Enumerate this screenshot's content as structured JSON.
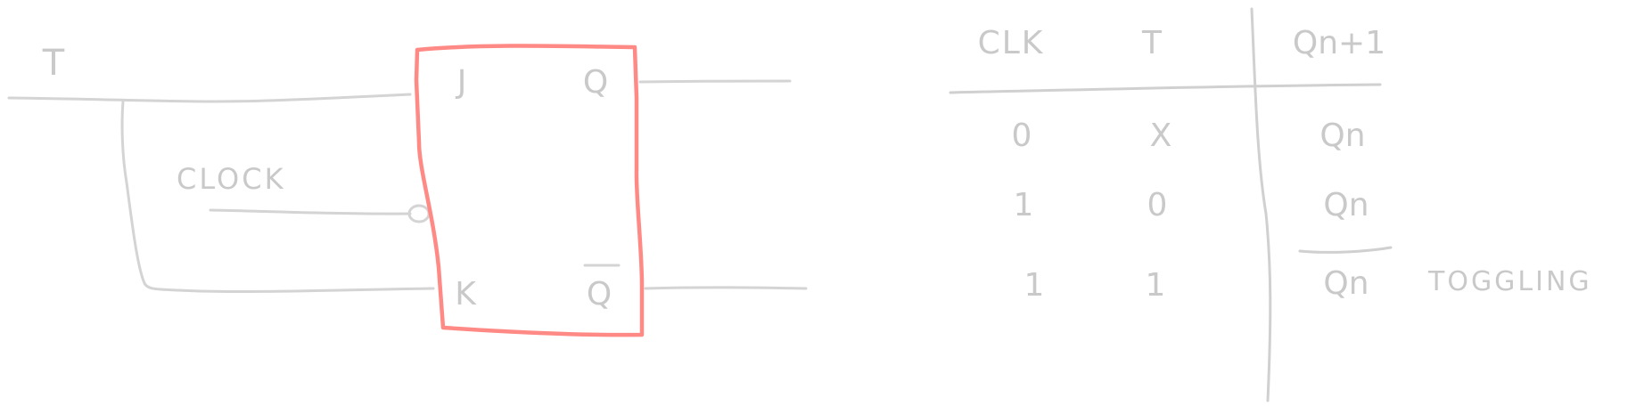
{
  "colors": {
    "background": "#ffffff",
    "ink": "#c9c9c9",
    "flipflop_outline": "#ff8a85"
  },
  "circuit": {
    "t_label": "T",
    "clock_label": "CLOCK",
    "pins": {
      "j": "J",
      "k": "K",
      "q": "Q",
      "q_bar": "Q"
    }
  },
  "truth_table": {
    "headers": [
      "CLK",
      "T",
      "Qn+1"
    ],
    "rows": [
      {
        "clk": "0",
        "t": "X",
        "q": "Qn",
        "q_bar": false
      },
      {
        "clk": "1",
        "t": "0",
        "q": "Qn",
        "q_bar": false
      },
      {
        "clk": "1",
        "t": "1",
        "q": "Qn",
        "q_bar": true,
        "note": "TOGGLING"
      }
    ]
  }
}
